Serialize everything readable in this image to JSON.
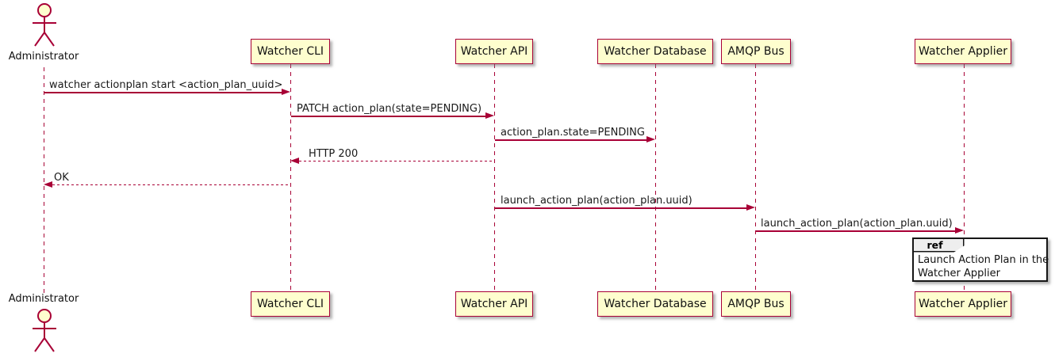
{
  "diagram": {
    "type": "uml-sequence",
    "actor": {
      "label": "Administrator"
    },
    "participants": [
      {
        "label": "Watcher CLI"
      },
      {
        "label": "Watcher API"
      },
      {
        "label": "Watcher Database"
      },
      {
        "label": "AMQP Bus"
      },
      {
        "label": "Watcher Applier"
      }
    ],
    "messages": [
      {
        "from": "Administrator",
        "to": "Watcher CLI",
        "label": "watcher actionplan start <action_plan_uuid>",
        "line": "solid",
        "direction": "right"
      },
      {
        "from": "Watcher CLI",
        "to": "Watcher API",
        "label": "PATCH action_plan(state=PENDING)",
        "line": "solid",
        "direction": "right"
      },
      {
        "from": "Watcher API",
        "to": "Watcher Database",
        "label": "action_plan.state=PENDING",
        "line": "solid",
        "direction": "right"
      },
      {
        "from": "Watcher API",
        "to": "Watcher CLI",
        "label": "HTTP 200",
        "line": "dotted",
        "direction": "left"
      },
      {
        "from": "Watcher CLI",
        "to": "Administrator",
        "label": "OK",
        "line": "dotted",
        "direction": "left"
      },
      {
        "from": "Watcher API",
        "to": "AMQP Bus",
        "label": "launch_action_plan(action_plan.uuid)",
        "line": "solid",
        "direction": "right"
      },
      {
        "from": "AMQP Bus",
        "to": "Watcher Applier",
        "label": "launch_action_plan(action_plan.uuid)",
        "line": "solid",
        "direction": "right"
      }
    ],
    "ref": {
      "tag": "ref",
      "line1": "Launch Action Plan in the",
      "line2": "Watcher Applier"
    },
    "colors": {
      "participant_fill": "#FEFECE",
      "stroke": "#A80036",
      "ref_tab_fill": "#EEEEEE",
      "ref_border": "#161616",
      "text": "#1A1A1A",
      "background": "#FFFFFF"
    }
  }
}
